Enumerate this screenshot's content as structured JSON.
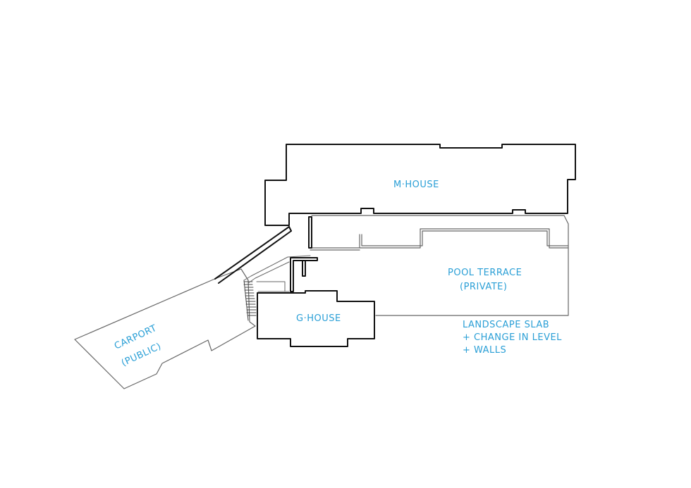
{
  "colors": {
    "ink": "#111111",
    "light_ink": "#666666",
    "annotation": "#2a9fd6",
    "background": "#ffffff"
  },
  "labels": {
    "m_house": "M·HOUSE",
    "g_house": "G·HOUSE",
    "pool_terrace_line1": "POOL TERRACE",
    "pool_terrace_line2": "(PRIVATE)",
    "carport_line1": "CARPORT",
    "carport_line2": "(PUBLIC)",
    "note_line1": "LANDSCAPE SLAB",
    "note_line2": "+ CHANGE IN LEVEL",
    "note_line3": "+ WALLS"
  }
}
